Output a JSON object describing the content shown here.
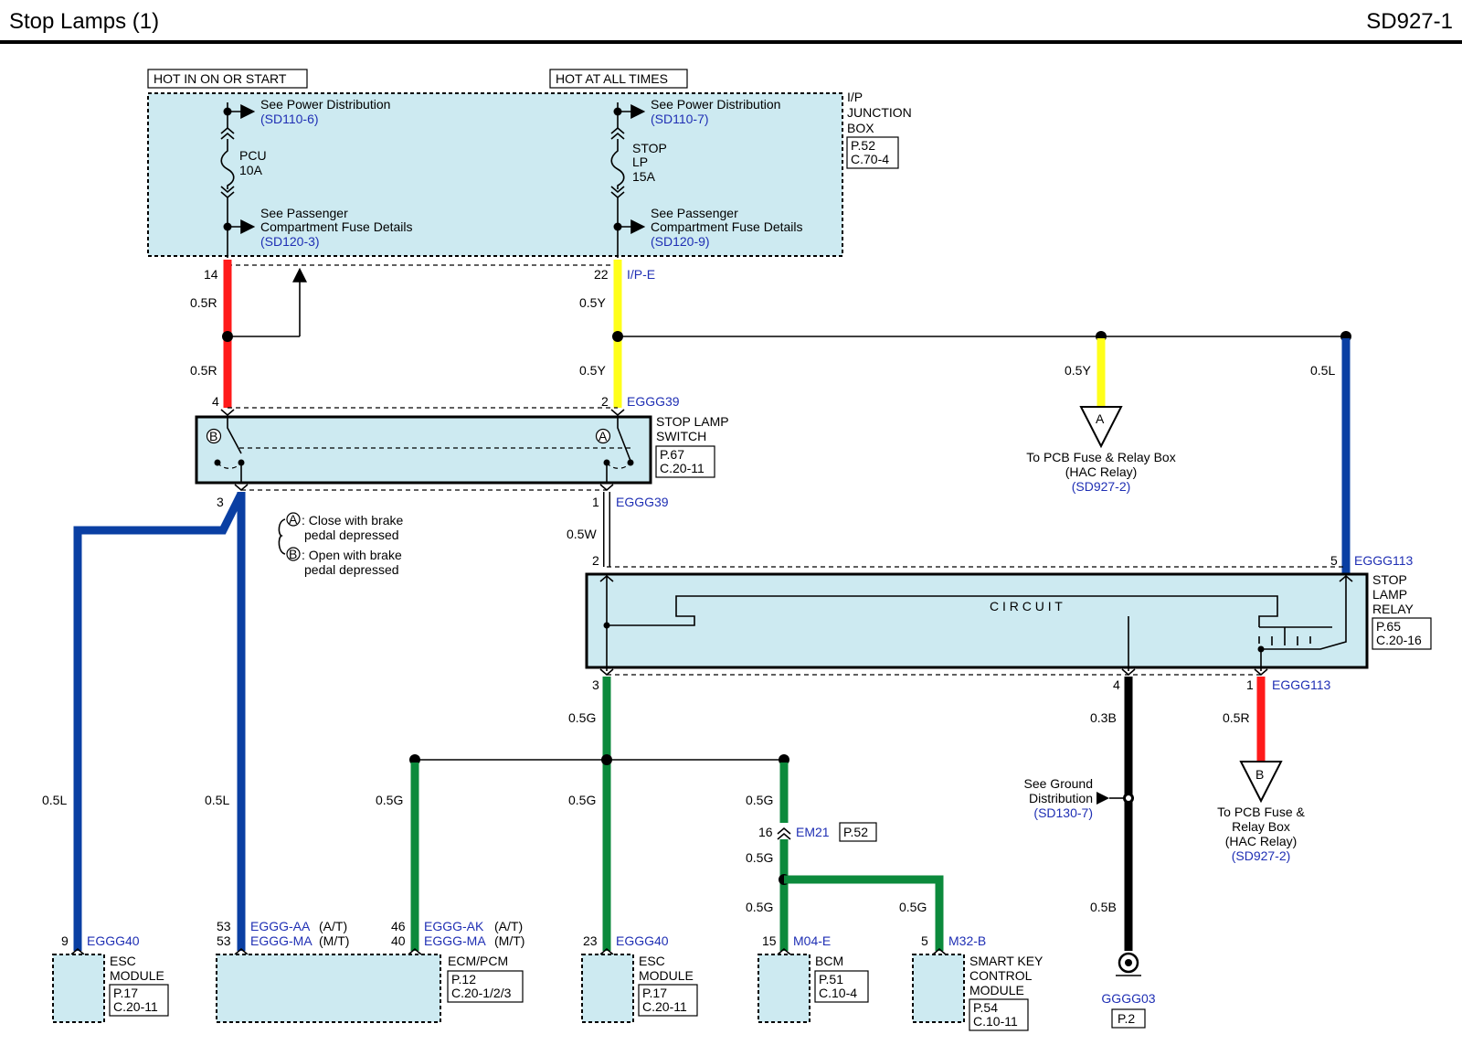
{
  "header": {
    "title": "Stop Lamps (1)",
    "page_id": "SD927-1"
  },
  "power": {
    "hot_run": "HOT IN ON OR START",
    "hot_always": "HOT AT ALL TIMES",
    "see_power": "See Power Distribution",
    "ref_power_a": "(SD110-6)",
    "ref_power_b": "(SD110-7)",
    "see_pass_1": "See Passenger",
    "see_pass_2": "Compartment Fuse Details",
    "ref_pass_a": "(SD120-3)",
    "ref_pass_b": "(SD120-9)",
    "fuse_a_name": "PCU",
    "fuse_a_amp": "10A",
    "fuse_b_name_1": "STOP",
    "fuse_b_name_2": "LP",
    "fuse_b_amp": "15A",
    "jbox_1": "I/P",
    "jbox_2": "JUNCTION",
    "jbox_3": "BOX",
    "jbox_p": "P.52",
    "jbox_c": "C.70-4"
  },
  "wires": {
    "p14": "14",
    "w05r_a": "0.5R",
    "w05r_b": "0.5R",
    "p4": "4",
    "p22": "22",
    "ipe": "I/P-E",
    "w05y_a": "0.5Y",
    "w05y_b": "0.5Y",
    "p2": "2",
    "egg39_a": "EGGG39",
    "w05y_c": "0.5Y",
    "w05l_r": "0.5L",
    "p3_sw": "3",
    "p1_sw": "1",
    "egg39_b": "EGGG39",
    "w05w": "0.5W",
    "p2_relay": "2",
    "p5_relay": "5",
    "egg113_a": "EGGG113",
    "p3_relay": "3",
    "w05g_a": "0.5G",
    "p4_relay": "4",
    "w03b": "0.3B",
    "p1_relay": "1",
    "egg113_b": "EGGG113",
    "w05r_c": "0.5R",
    "w05l_1": "0.5L",
    "w05l_2": "0.5L",
    "w05g_b": "0.5G",
    "w05g_c": "0.5G",
    "w05g_d": "0.5G",
    "p16": "16",
    "em21": "EM21",
    "em21_p": "P.52",
    "w05g_e": "0.5G",
    "w05g_f": "0.5G",
    "w05g_g": "0.5G",
    "w05b": "0.5B"
  },
  "switch": {
    "name_1": "STOP LAMP",
    "name_2": "SWITCH",
    "p": "P.67",
    "c": "C.20-11",
    "sym_a": "A",
    "sym_b": "B",
    "legend_a_1": ": Close with brake",
    "legend_a_2": "pedal depressed",
    "legend_b_1": ": Open with brake",
    "legend_b_2": "pedal depressed"
  },
  "relay": {
    "circuit": "C I R C U I T",
    "name_1": "STOP",
    "name_2": "LAMP",
    "name_3": "RELAY",
    "p": "P.65",
    "c": "C.20-16"
  },
  "conn_a": {
    "letter": "A",
    "to_1": "To PCB Fuse & Relay Box",
    "to_2": "(HAC Relay)",
    "ref": "(SD927-2)"
  },
  "conn_b": {
    "letter": "B",
    "to_1": "To PCB Fuse &",
    "to_2": "Relay Box",
    "to_3": "(HAC Relay)",
    "ref": "(SD927-2)"
  },
  "ground": {
    "see_1": "See Ground",
    "see_2": "Distribution",
    "ref": "(SD130-7)",
    "name": "GGGG03",
    "p": "P.2"
  },
  "modules": {
    "esc1_pin": "9",
    "esc1_conn": "EGGG40",
    "esc1_n1": "ESC",
    "esc1_n2": "MODULE",
    "esc1_p": "P.17",
    "esc1_c": "C.20-11",
    "ecm_pin_a": "53",
    "ecm_pin_b": "53",
    "ecm_conn_a": "EGGG-AA",
    "ecm_conn_b": "EGGG-MA",
    "ecm_at": "(A/T)",
    "ecm_mt": "(M/T)",
    "ecm_pin_c": "46",
    "ecm_pin_d": "40",
    "ecm_conn_c": "EGGG-AK",
    "ecm_conn_d": "EGGG-MA",
    "ecm_at2": "(A/T)",
    "ecm_mt2": "(M/T)",
    "ecm_name": "ECM/PCM",
    "ecm_p": "P.12",
    "ecm_c": "C.20-1/2/3",
    "esc2_pin": "23",
    "esc2_conn": "EGGG40",
    "esc2_n1": "ESC",
    "esc2_n2": "MODULE",
    "esc2_p": "P.17",
    "esc2_c": "C.20-11",
    "bcm_pin": "15",
    "bcm_conn": "M04-E",
    "bcm_name": "BCM",
    "bcm_p": "P.51",
    "bcm_c": "C.10-4",
    "sk_pin": "5",
    "sk_conn": "M32-B",
    "sk_n1": "SMART KEY",
    "sk_n2": "CONTROL",
    "sk_n3": "MODULE",
    "sk_p": "P.54",
    "sk_c": "C.10-11"
  },
  "colors": {
    "red": "#ff1a1a",
    "yellow": "#ffff1a",
    "blue": "#0a3fa3",
    "green": "#0c8a3c",
    "black": "#000000",
    "fill": "#cdeaf1",
    "ref": "#1f2fb4"
  }
}
